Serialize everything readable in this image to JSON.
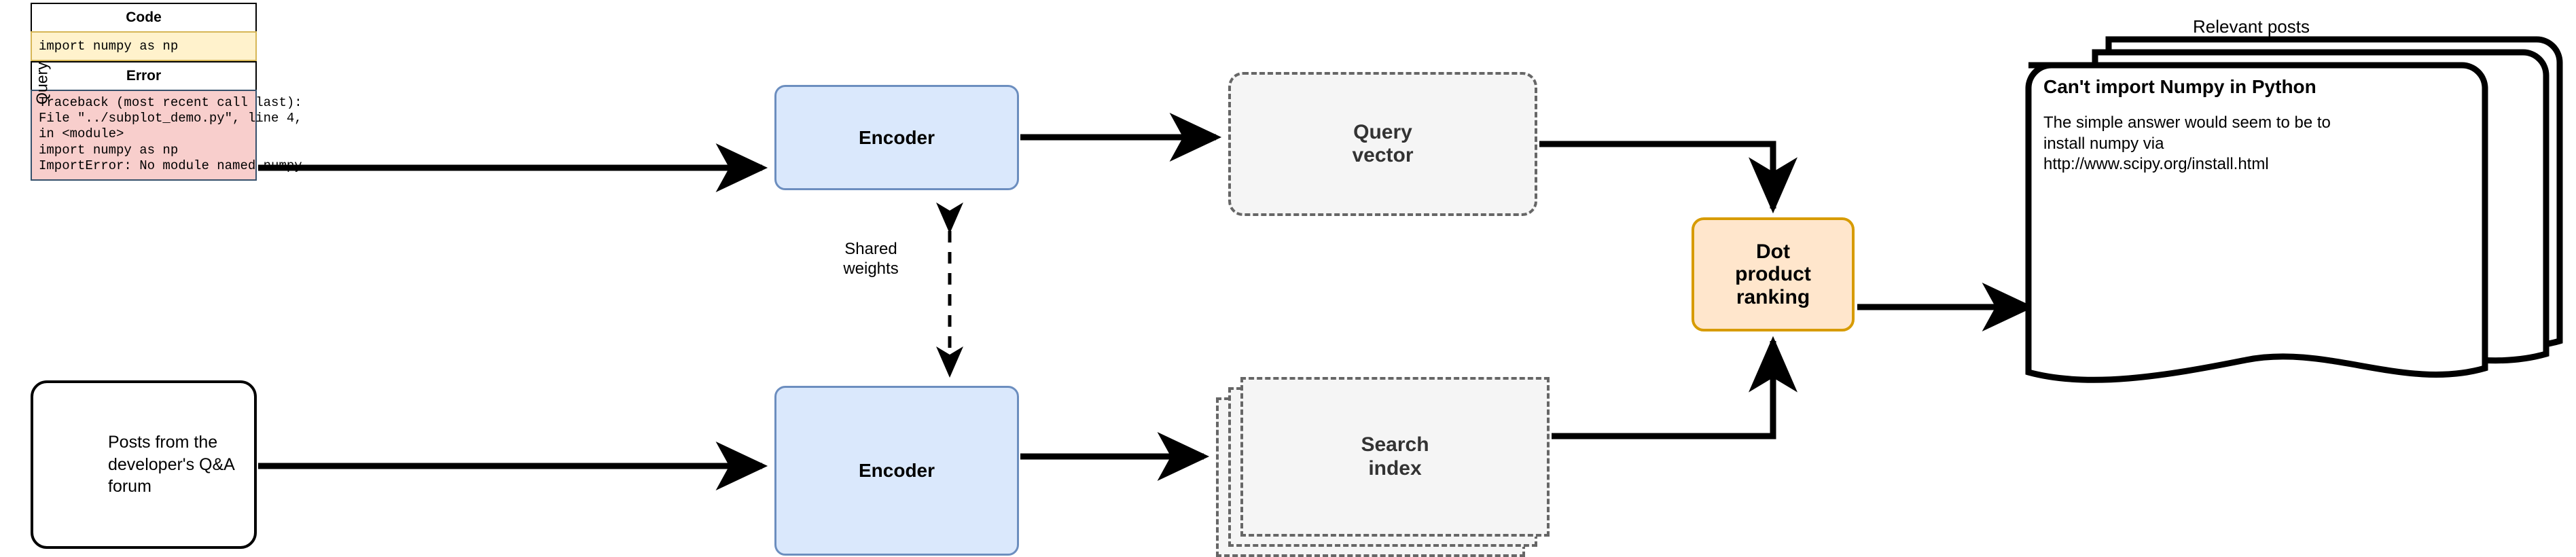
{
  "query": {
    "side_label": "Query",
    "table": {
      "code_header": "Code",
      "code_value": "import numpy as np",
      "error_header": "Error",
      "error_lines": [
        "Traceback (most recent call last):",
        "File \"../subplot_demo.py\", line 4,",
        "in <module>",
        "import numpy as np",
        "ImportError: No module named numpy"
      ]
    }
  },
  "corpus": {
    "icon": "database-cylinder-icon",
    "text": "Posts from the developer's Q&A forum"
  },
  "encoders": {
    "query_encoder_label": "Encoder",
    "doc_encoder_label": "Encoder",
    "shared_weights_label": "Shared\nweights"
  },
  "vectors": {
    "query_vector_label": "Query\nvector",
    "search_index_label": "Search\nindex"
  },
  "ranking": {
    "label": "Dot\nproduct\nranking"
  },
  "results": {
    "title": "Relevant posts",
    "post_title": "Can't import Numpy in Python",
    "post_body": "The simple answer would seem to be to install numpy via http://www.scipy.org/install.html"
  },
  "colors": {
    "encoder_fill": "#dae8fc",
    "encoder_stroke": "#6c8ebf",
    "code_fill": "#fff2cc",
    "code_stroke": "#d6b656",
    "error_fill": "#f8cecc",
    "error_stroke": "#36506b",
    "vector_fill": "#f5f5f5",
    "vector_stroke": "#666666",
    "ranking_fill": "#ffe6cc",
    "ranking_stroke": "#d79b00",
    "arrow": "#000000"
  }
}
